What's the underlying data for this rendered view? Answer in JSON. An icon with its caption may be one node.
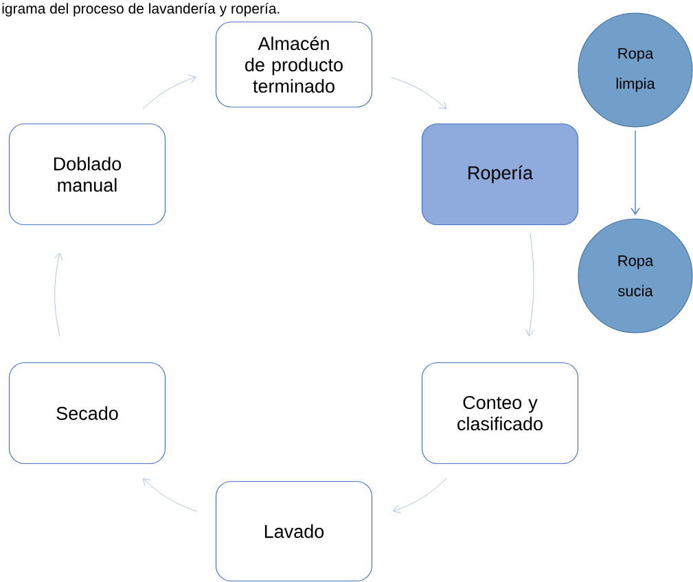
{
  "diagram": {
    "title": "igrama del proceso de lavandería y ropería.",
    "nodes": [
      {
        "text": [
          "Almacén de producto terminado"
        ]
      },
      {
        "text": [
          "Ropería"
        ]
      },
      {
        "text": [
          "Ropa limpia"
        ]
      },
      {
        "text": [
          "Ropa sucia"
        ]
      },
      {
        "text": [
          "Conteo y clasificado"
        ]
      },
      {
        "text": [
          "Lavado"
        ]
      },
      {
        "text": [
          "Secado"
        ]
      },
      {
        "text": [
          "Doblado manual"
        ]
      }
    ],
    "edges": [
      {
        "from": 0,
        "to": 1,
        "arrow": "to"
      },
      {
        "from": 1,
        "to": 4,
        "arrow": "to"
      },
      {
        "from": 4,
        "to": 5,
        "arrow": "to"
      },
      {
        "from": 5,
        "to": 6,
        "arrow": "to"
      },
      {
        "from": 6,
        "to": 7,
        "arrow": "to"
      },
      {
        "from": 7,
        "to": 0,
        "arrow": "to"
      },
      {
        "from": 2,
        "to": 3,
        "arrow": "to",
        "color": "#4472c4"
      }
    ]
  }
}
